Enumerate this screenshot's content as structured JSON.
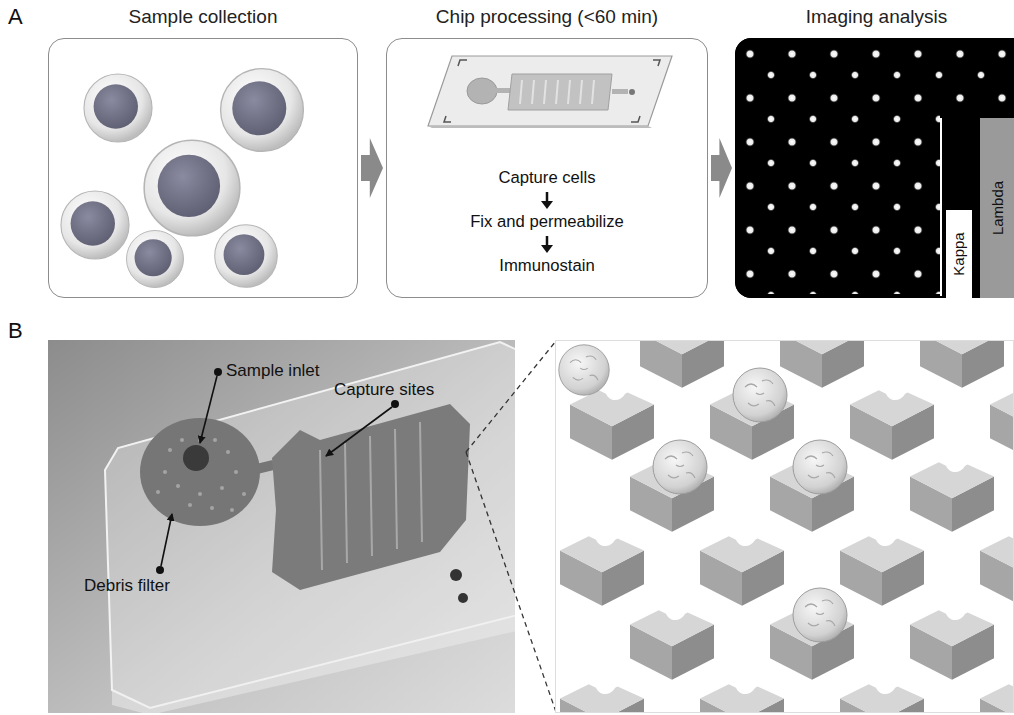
{
  "diagram": {
    "nodes": [
      {
        "text": [
          "Sample collection"
        ]
      },
      {
        "text": [
          "Chip processing (<60 min)",
          "Capture cells",
          "Fix and permeabilize",
          "Immunostain"
        ]
      },
      {
        "text": [
          "Imaging analysis"
        ]
      },
      {
        "text": [
          "Kappa"
        ],
        "in": 2
      },
      {
        "text": [
          "Lambda"
        ],
        "in": 2
      }
    ],
    "edges": [
      {
        "from": 0,
        "to": 1,
        "arrow": "to"
      },
      {
        "from": 1,
        "to": 2,
        "arrow": "to"
      }
    ],
    "labels": [
      "A",
      "B",
      "Sample inlet",
      "Capture sites",
      "Debris filter"
    ]
  }
}
